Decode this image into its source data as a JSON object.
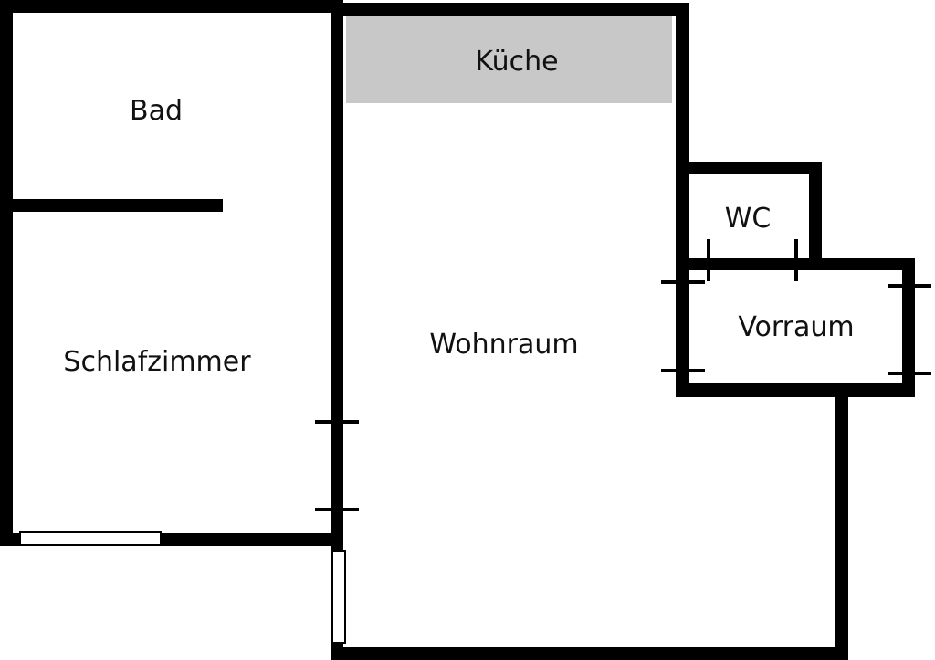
{
  "colors": {
    "wall": "#000000",
    "kitchen_fill": "#c8c8c8",
    "background": "#ffffff",
    "window_fill": "#ffffff"
  },
  "rooms": {
    "bad": "Bad",
    "kueche": "Küche",
    "wc": "WC",
    "schlafzimmer": "Schlafzimmer",
    "wohnraum": "Wohnraum",
    "vorraum": "Vorraum"
  }
}
